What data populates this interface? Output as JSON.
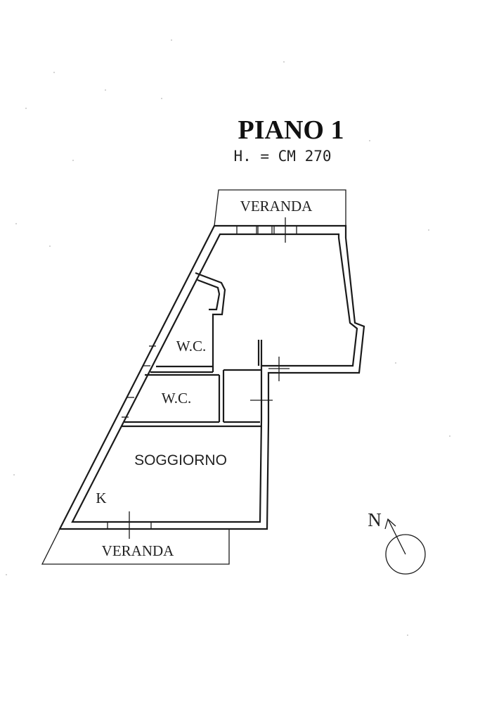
{
  "plan": {
    "title": "PIANO 1",
    "height_label": "H. = CM 270",
    "rooms": {
      "veranda_top": "VERANDA",
      "wc_upper": "W.C.",
      "wc_lower": "W.C.",
      "soggiorno": "SOGGIORNO",
      "kitchen": "K",
      "veranda_bottom": "VERANDA"
    },
    "compass": {
      "label": "N",
      "icon": "north-arrow-icon"
    }
  }
}
